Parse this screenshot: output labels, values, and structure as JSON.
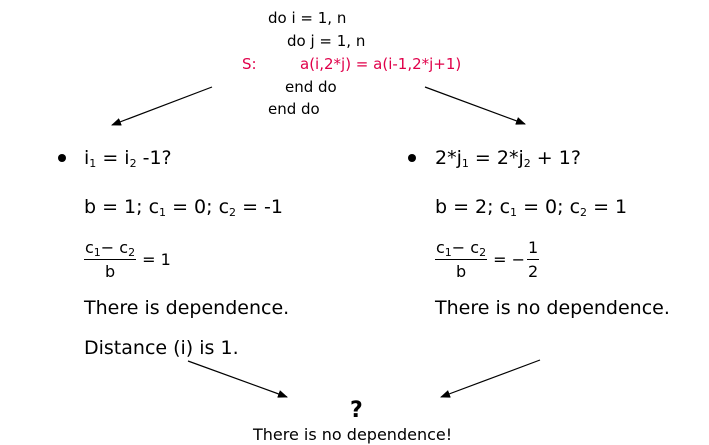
{
  "code": {
    "line1": "do i = 1, n",
    "line2": "do j = 1, n",
    "label": "S:",
    "statement": "a(i,2*j) = a(i-1,2*j+1)",
    "line4": "end do",
    "line5": "end do"
  },
  "left": {
    "question": {
      "a": "i",
      "s1": "1",
      "b": " = i",
      "s2": "2",
      "c": " -1?"
    },
    "params": {
      "a": "b = 1; c",
      "s1": "1",
      "b": " = 0; c",
      "s2": "2",
      "c": " = -1"
    },
    "fraction": {
      "num_a": "c",
      "num_s1": "1",
      "num_b": "− c",
      "num_s2": "2",
      "den": "b",
      "rhs": "= 1"
    },
    "conclusion": "There is dependence.",
    "distance": "Distance (i) is 1."
  },
  "right": {
    "question": {
      "a": "2*j",
      "s1": "1",
      "b": " = 2*j",
      "s2": "2",
      "c": " + 1?"
    },
    "params": {
      "a": "b = 2; c",
      "s1": "1",
      "b": " = 0; c",
      "s2": "2",
      "c": " = 1"
    },
    "fraction": {
      "num_a": "c",
      "num_s1": "1",
      "num_b": "− c",
      "num_s2": "2",
      "den": "b",
      "rhs_prefix": "= −",
      "rhs_num": "1",
      "rhs_den": "2"
    },
    "conclusion": "There is no dependence."
  },
  "bottom": {
    "question_mark": "?",
    "result": "There is no dependence!"
  },
  "colors": {
    "highlight": "#e0004a",
    "text": "#000000"
  }
}
